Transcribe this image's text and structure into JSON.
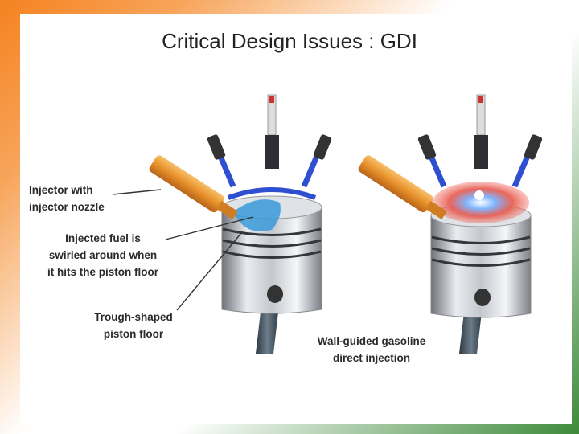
{
  "slide": {
    "title": "Critical Design Issues : GDI"
  },
  "diagram": {
    "labels": {
      "injector_line1": "Injector with",
      "injector_line2": "injector nozzle",
      "fuel_line1": "Injected fuel is",
      "fuel_line2": "swirled around when",
      "fuel_line3": "it hits the piston floor",
      "trough_line1": "Trough-shaped",
      "trough_line2": "piston floor",
      "caption_line1": "Wall-guided gasoline",
      "caption_line2": "direct injection"
    },
    "colors": {
      "frame_orange": "#f58220",
      "frame_green": "#3d8a3a",
      "injector": "#e8912a",
      "fuel_spray": "#3a9ad9",
      "combustion": "#e8564a",
      "valve": "#2f4fd1"
    }
  }
}
